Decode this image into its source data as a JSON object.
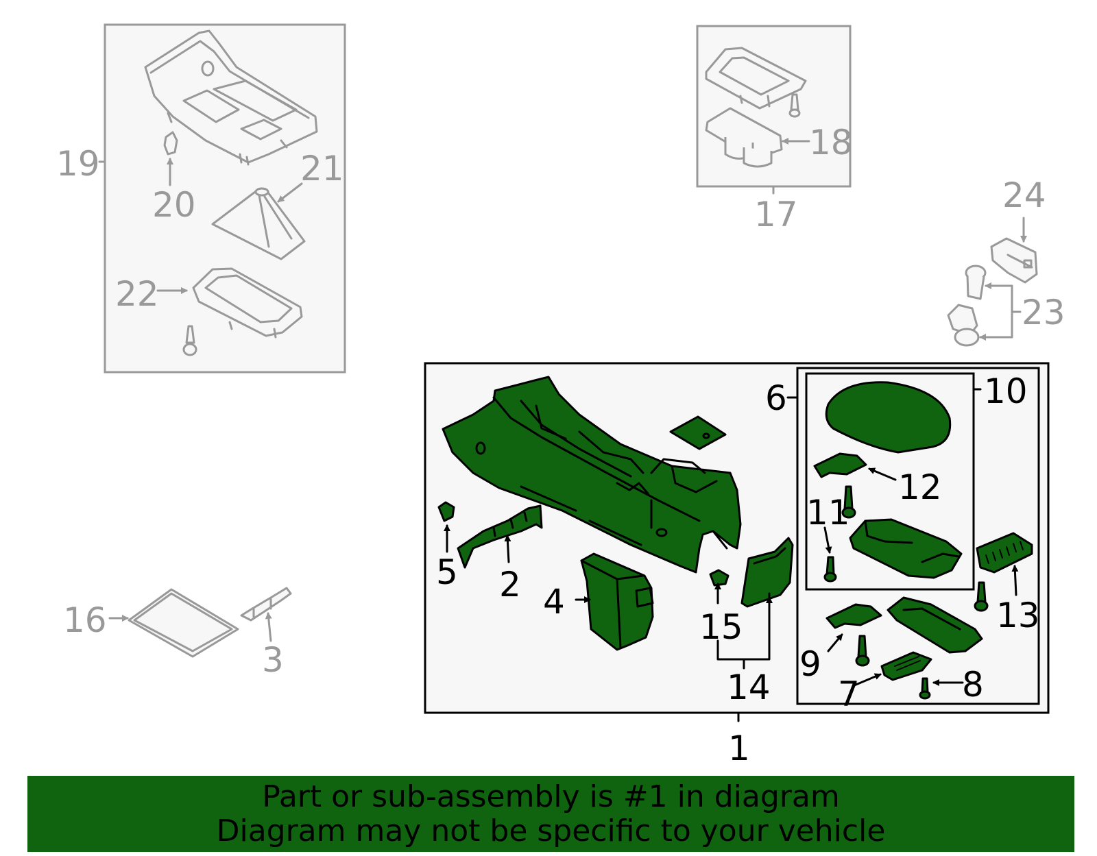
{
  "labels": {
    "p1": "1",
    "p2": "2",
    "p3": "3",
    "p4": "4",
    "p5": "5",
    "p6": "6",
    "p7": "7",
    "p8": "8",
    "p9": "9",
    "p10": "10",
    "p11": "11",
    "p12": "12",
    "p13": "13",
    "p14": "14",
    "p15": "15",
    "p16": "16",
    "p17": "17",
    "p18": "18",
    "p19": "19",
    "p20": "20",
    "p21": "21",
    "p22": "22",
    "p23": "23",
    "p24": "24"
  },
  "banner": {
    "line1": "Part or sub-assembly is #1 in diagram",
    "line2": "Diagram may not be specific to your vehicle"
  },
  "colors": {
    "highlight": "#106410",
    "inactive": "#999999",
    "box_fill": "#f7f7f7"
  }
}
